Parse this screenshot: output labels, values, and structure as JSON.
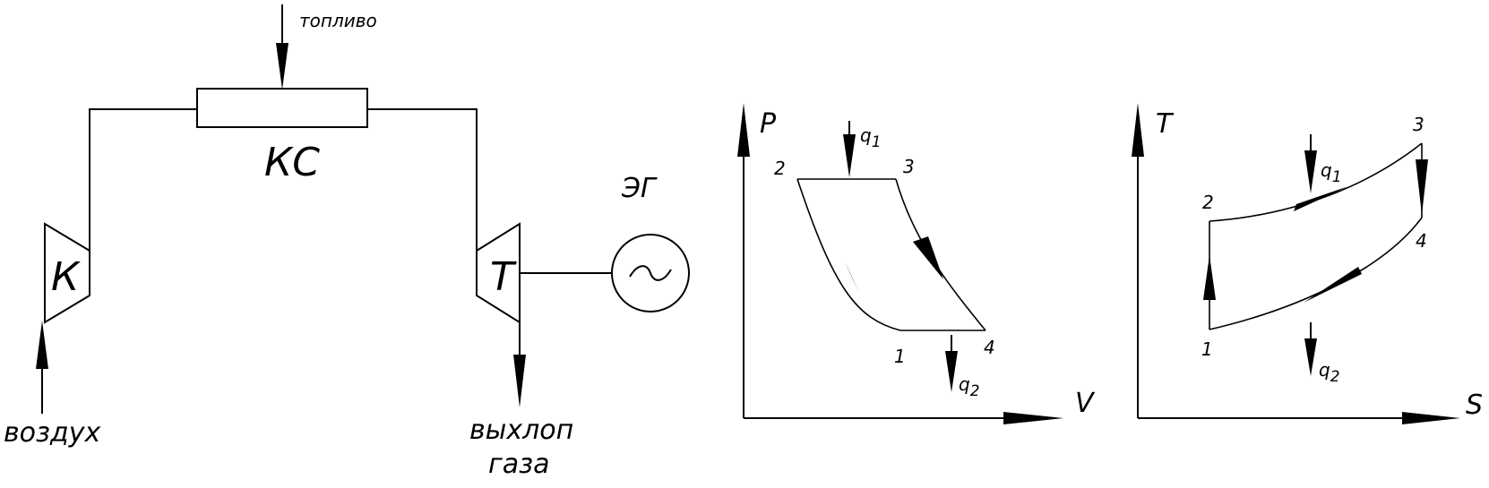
{
  "scheme": {
    "fuel_label": "топливо",
    "combustor_label": "КС",
    "compressor_label": "К",
    "turbine_label": "Т",
    "generator_label": "ЭГ",
    "generator_symbol": "~",
    "air_label": "воздух",
    "exhaust_label_line1": "выхлоп",
    "exhaust_label_line2": "газа"
  },
  "pv_diagram": {
    "y_axis": "P",
    "x_axis": "V",
    "points": [
      "1",
      "2",
      "3",
      "4"
    ],
    "heat_in": "q",
    "heat_in_sub": "1",
    "heat_out": "q",
    "heat_out_sub": "2"
  },
  "ts_diagram": {
    "y_axis": "T",
    "x_axis": "S",
    "points": [
      "1",
      "2",
      "3",
      "4"
    ],
    "heat_in": "q",
    "heat_in_sub": "1",
    "heat_out": "q",
    "heat_out_sub": "2"
  }
}
